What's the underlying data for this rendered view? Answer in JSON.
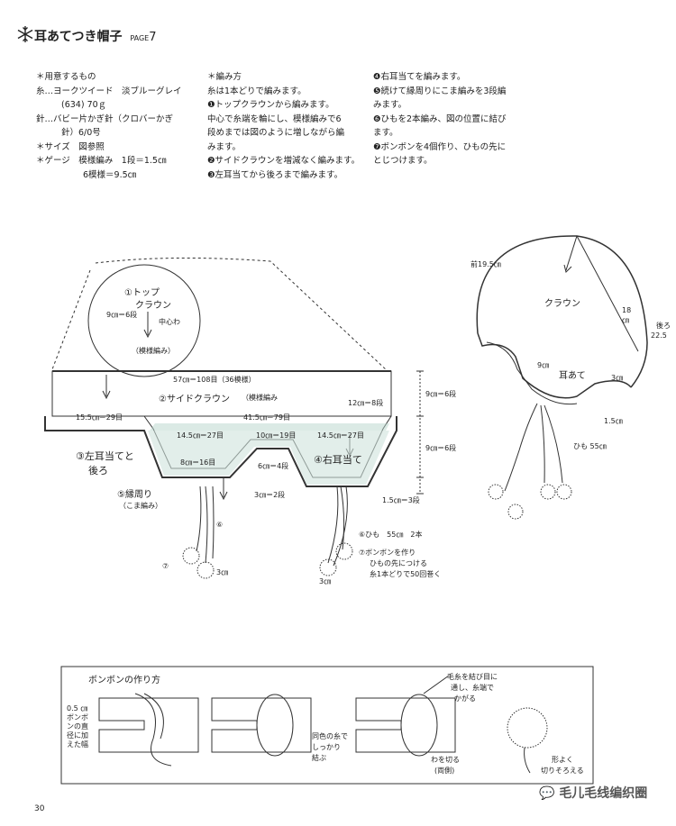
{
  "header": {
    "title": "耳あてつき帽子",
    "page_label": "PAGE",
    "page_num": "7"
  },
  "materials": {
    "heading": "＊用意するもの",
    "yarn1": "糸…ヨークツイード　淡ブルーグレイ",
    "yarn2": "(634) 70ｇ",
    "hook1": "針…バビー片かぎ針（クロバーかぎ",
    "hook2": "針）6/0号",
    "size": "＊サイズ　図参照",
    "gauge1": "＊ゲージ　模様編み　1段＝1.5㎝",
    "gauge2": "6模様＝9.5㎝"
  },
  "method": {
    "heading": "＊編み方",
    "l1": "糸は1本どりで編みます。",
    "l2": "❶トップクラウンから編みます。",
    "l3": "中心で糸端を輪にし、模様編みで6",
    "l4": "段めまでは図のように増しながら編",
    "l5": "みます。",
    "l6": "❷サイドクラウンを増減なく編みます。",
    "l7": "❸左耳当てから後ろまで編みます。"
  },
  "method2": {
    "l1": "❹右耳当てを編みます。",
    "l2": "❺続けて縁周りにこま編みを3段編",
    "l3": "みます。",
    "l4": "❻ひもを2本編み、図の位置に結び",
    "l5": "ます。",
    "l6": "❼ボンボンを4個作り、ひもの先に",
    "l7": "とじつけます。"
  },
  "diagram": {
    "top_crown_1": "①トップ",
    "top_crown_2": "クラウン",
    "crown_9cm": "9㎝＝6段",
    "center": "中心わ",
    "pattern": "（模様編み）",
    "w57": "57㎝＝108目（36模様）",
    "side_crown": "②サイドクラウン",
    "side_pattern": "（模様編み",
    "h12": "12㎝＝8段",
    "h9a": "9㎝＝6段",
    "h9b": "9㎝＝6段",
    "w155": "15.5㎝＝29目",
    "w415": "41.5㎝＝79目",
    "w145a": "14.5㎝＝27目",
    "w10": "10㎝＝19目",
    "w145b": "14.5㎝＝27目",
    "left_ear_1": "③左耳当てと",
    "left_ear_2": "後ろ",
    "right_ear": "④右耳当て",
    "w8": "8㎝＝16目",
    "h6": "6㎝＝4段",
    "h3": "3㎝＝2段",
    "h15": "1.5㎝＝3段",
    "edge_1": "⑤縁周り",
    "edge_2": "（こま編み）",
    "n6": "⑥",
    "n7": "⑦",
    "cm3a": "3㎝",
    "cm3b": "3㎝",
    "cord": "⑥ひも　55㎝　2本",
    "pom_1": "⑦ボンボンを作り",
    "pom_2": "ひもの先につける",
    "pom_3": "糸1本どりで50回巻く"
  },
  "hat": {
    "front": "前19.5㎝",
    "crown": "クラウン",
    "h18a": "18",
    "h18b": "㎝",
    "back_1": "後ろ",
    "back_2": "22.5",
    "cm9": "9㎝",
    "earflap": "耳あて",
    "cm3": "3㎝",
    "cm15": "1.5㎝",
    "cord": "ひも 55㎝"
  },
  "pompom": {
    "heading": "ボンボンの作り方",
    "side_label": "0.5 ㎝ ボンボンの直径に加えた幅",
    "tie_1": "同色の糸で",
    "tie_2": "しっかり",
    "tie_3": "結ぶ",
    "thread_1": "毛糸を結び目に",
    "thread_2": "通し、糸端で",
    "thread_3": "かがる",
    "cut_1": "わを切る",
    "cut_2": "(両側)",
    "trim_1": "形よく",
    "trim_2": "切りそろえる"
  },
  "footer": {
    "page": "30",
    "watermark": "毛儿毛线编织圈"
  }
}
